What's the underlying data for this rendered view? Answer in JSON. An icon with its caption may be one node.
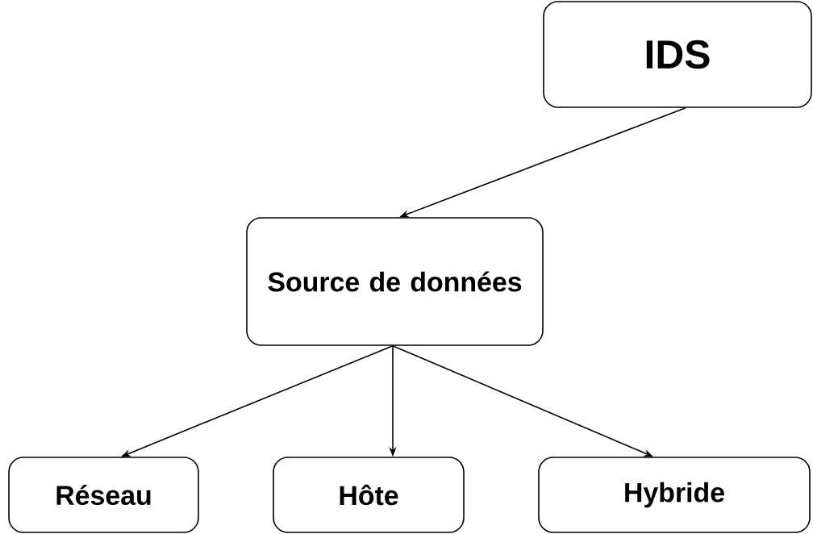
{
  "diagram": {
    "nodes": [
      {
        "text": [
          "IDS"
        ]
      },
      {
        "text": [
          "Source de données"
        ]
      },
      {
        "text": [
          "Réseau"
        ]
      },
      {
        "text": [
          "Hôte"
        ]
      },
      {
        "text": [
          "Hybride"
        ]
      }
    ],
    "edges": [
      {
        "from": 0,
        "to": 1,
        "arrow": "to"
      },
      {
        "from": 1,
        "to": 2,
        "arrow": "to"
      },
      {
        "from": 1,
        "to": 3,
        "arrow": "to"
      },
      {
        "from": 1,
        "to": 4,
        "arrow": "to"
      }
    ]
  }
}
